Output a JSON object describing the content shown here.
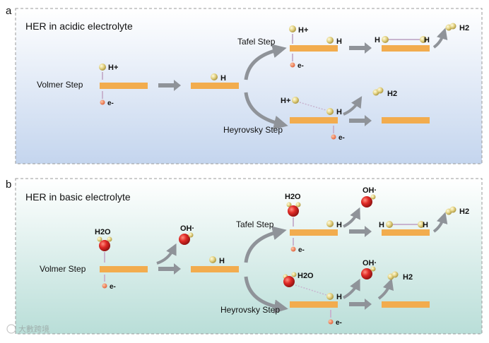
{
  "panels": [
    {
      "letter": "a",
      "title": "HER in acidic electrolyte",
      "volmer": {
        "label": "Volmer Step",
        "proton": "H+",
        "electron": "e-",
        "adsorbed": "H"
      },
      "tafel": {
        "label": "Tafel Step",
        "proton": "H+",
        "adsorbed": "H",
        "electron": "e-",
        "pair_left": "H",
        "pair_right": "H",
        "product": "H2"
      },
      "heyrovsky": {
        "label": "Heyrovsky Step",
        "proton": "H+",
        "adsorbed": "H",
        "electron": "e-",
        "product": "H2"
      }
    },
    {
      "letter": "b",
      "title": "HER in basic electrolyte",
      "volmer": {
        "label": "Volmer Step",
        "water": "H2O",
        "electron": "e-",
        "hydroxide": "OH·",
        "adsorbed": "H"
      },
      "tafel": {
        "label": "Tafel Step",
        "water": "H2O",
        "adsorbed": "H",
        "electron": "e-",
        "hydroxide": "OH·",
        "pair_left": "H",
        "pair_right": "H",
        "product": "H2"
      },
      "heyrovsky": {
        "label": "Heyrovsky Step",
        "water": "H2O",
        "adsorbed": "H",
        "electron": "e-",
        "hydroxide": "OH·",
        "product": "H2"
      }
    }
  ],
  "watermark": "大數跨境",
  "colors": {
    "panel_a_bg_top": "#ffffff",
    "panel_a_bg_bottom": "#c4d5ee",
    "panel_b_bg_top": "#ffffff",
    "panel_b_bg_bottom": "#b9ded8",
    "surface": "#f2ac4e",
    "arrow": "#8f9399",
    "hydrogen": "#e2d27a",
    "oxygen": "#d62a2a",
    "electron": "#ea7d5a",
    "bond": "#c8b4cf",
    "border": "#9a9a9a"
  }
}
